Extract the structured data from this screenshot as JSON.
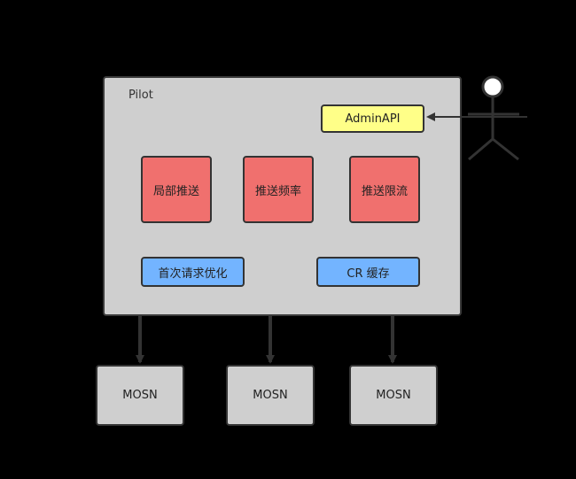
{
  "pilot": {
    "label": "Pilot"
  },
  "admin_api": {
    "label": "AdminAPI"
  },
  "features": [
    {
      "label": "局部推送"
    },
    {
      "label": "推送频率"
    },
    {
      "label": "推送限流"
    }
  ],
  "optimizations": [
    {
      "label": "首次请求优化"
    },
    {
      "label": "CR 缓存"
    }
  ],
  "mosn_nodes": [
    {
      "label": "MOSN"
    },
    {
      "label": "MOSN"
    },
    {
      "label": "MOSN"
    }
  ],
  "colors": {
    "container": "#cfcfcf",
    "feature": "#f0706e",
    "optimization": "#73b4ff",
    "admin_api": "#ffff88",
    "line": "#333333",
    "background": "#000000"
  }
}
